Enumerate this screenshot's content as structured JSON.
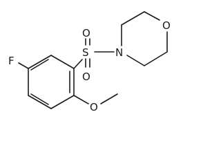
{
  "molecule": {
    "atoms": {
      "fluorine": "F",
      "sulfur": "S",
      "sulfonyl_oxygen_top": "O",
      "sulfonyl_oxygen_bottom": "O",
      "morpholine_nitrogen": "N",
      "morpholine_oxygen": "O",
      "methoxy_oxygen": "O"
    }
  }
}
